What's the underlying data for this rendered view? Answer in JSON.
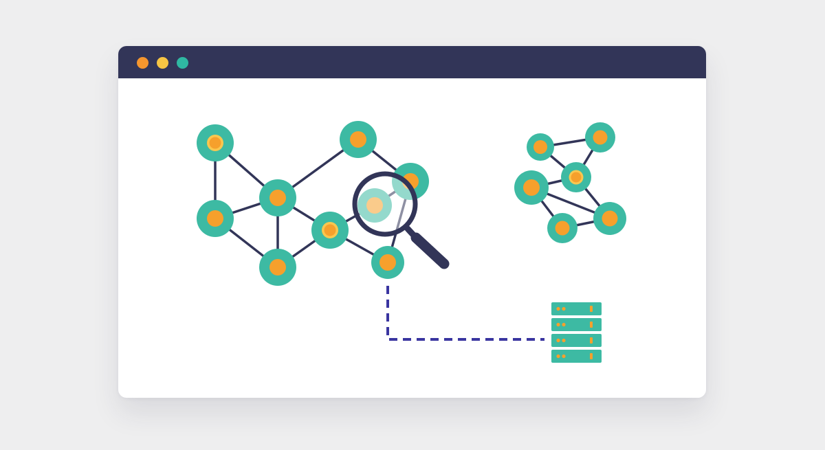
{
  "window": {
    "titlebar_color": "#323558",
    "controls": [
      {
        "name": "close",
        "color": "#f5962e"
      },
      {
        "name": "minimize",
        "color": "#f7c544"
      },
      {
        "name": "maximize",
        "color": "#2fb8a2"
      }
    ]
  },
  "colors": {
    "node_ring": "#3dbaa3",
    "node_core": "#f6a02c",
    "node_core_highlight": "#f9c74f",
    "edge": "#323558",
    "magnifier": "#323558",
    "connector": "#3a35a0",
    "server_body": "#3dbaa3",
    "server_light": "#f6a02c"
  },
  "icons": [
    "magnifying-glass-icon",
    "server-stack-icon"
  ]
}
